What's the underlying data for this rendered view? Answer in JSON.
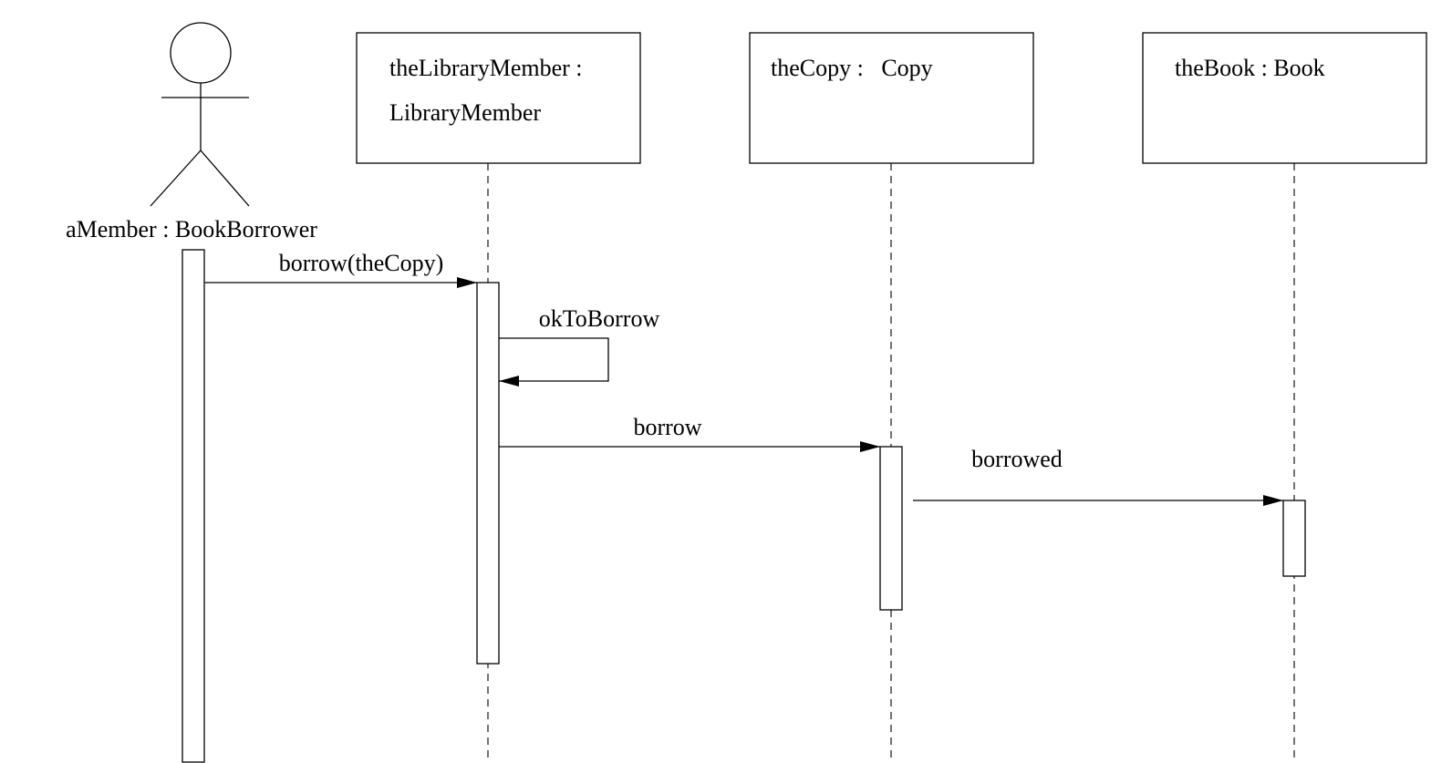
{
  "actor": {
    "label": "aMember : BookBorrower"
  },
  "objects": [
    {
      "id": "library-member",
      "label_line1": "theLibraryMember :",
      "label_line2": "LibraryMember"
    },
    {
      "id": "copy",
      "label_line1": "theCopy :   Copy",
      "label_line2": ""
    },
    {
      "id": "book",
      "label_line1": "theBook : Book",
      "label_line2": ""
    }
  ],
  "messages": [
    {
      "from": "aMember",
      "to": "theLibraryMember",
      "label": "borrow(theCopy)"
    },
    {
      "from": "theLibraryMember",
      "to": "theLibraryMember",
      "label": "okToBorrow"
    },
    {
      "from": "theLibraryMember",
      "to": "theCopy",
      "label": "borrow"
    },
    {
      "from": "theCopy",
      "to": "theBook",
      "label": "borrowed"
    }
  ]
}
